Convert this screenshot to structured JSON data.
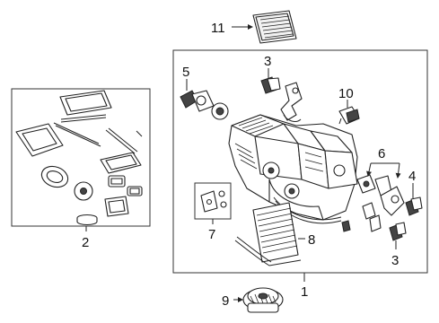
{
  "callouts": {
    "c1": "1",
    "c2": "2",
    "c3a": "3",
    "c3b": "3",
    "c4": "4",
    "c5": "5",
    "c6": "6",
    "c7": "7",
    "c8": "8",
    "c9": "9",
    "c10": "10",
    "c11": "11"
  },
  "colors": {
    "line": "#222222",
    "background": "#ffffff",
    "fill_dark": "#444444"
  }
}
